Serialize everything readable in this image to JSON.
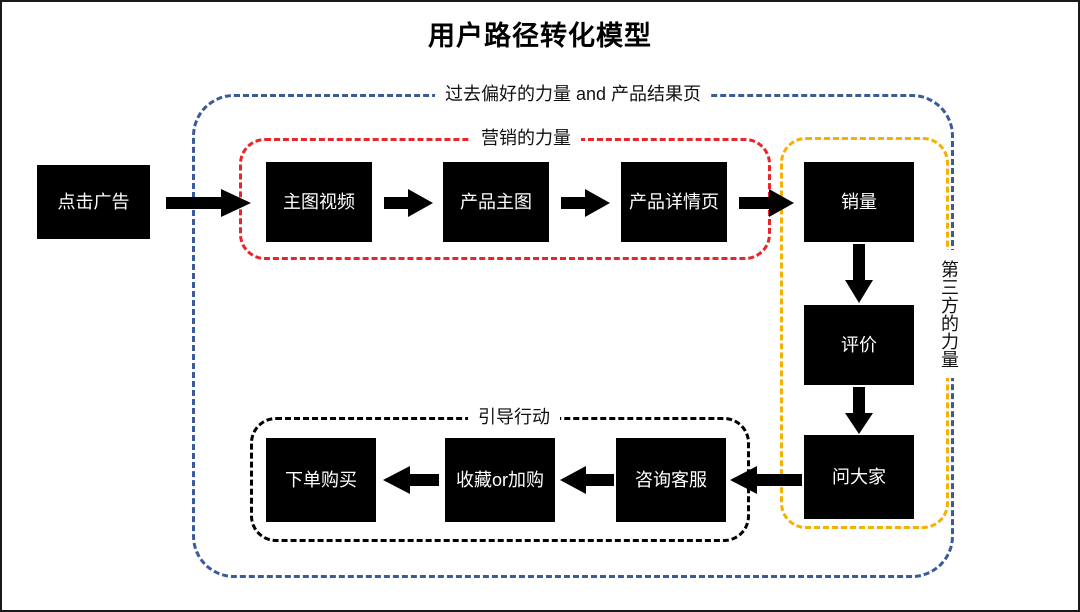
{
  "diagram": {
    "title": "用户路径转化模型",
    "type": "flowchart",
    "groups": [
      {
        "id": "blue",
        "label": "过去偏好的力量 and 产品结果页",
        "color": "#3b5a9a",
        "orientation": "horizontal"
      },
      {
        "id": "red",
        "label": "营销的力量",
        "color": "#e8252a",
        "orientation": "horizontal"
      },
      {
        "id": "orange",
        "label": "第三方的力量",
        "color": "#f5b000",
        "orientation": "vertical"
      },
      {
        "id": "black",
        "label": "引导行动",
        "color": "#000000",
        "orientation": "horizontal"
      }
    ],
    "nodes": [
      {
        "id": "n1",
        "label": "点击广告"
      },
      {
        "id": "n2",
        "label": "主图视频"
      },
      {
        "id": "n3",
        "label": "产品主图"
      },
      {
        "id": "n4",
        "label": "产品详情页"
      },
      {
        "id": "n5",
        "label": "销量"
      },
      {
        "id": "n6",
        "label": "评价"
      },
      {
        "id": "n7",
        "label": "问大家"
      },
      {
        "id": "n8",
        "label": "咨询客服"
      },
      {
        "id": "n9",
        "label": "收藏or加购"
      },
      {
        "id": "n10",
        "label": "下单购买"
      }
    ],
    "edges": [
      {
        "from": "n1",
        "to": "n2",
        "direction": "right"
      },
      {
        "from": "n2",
        "to": "n3",
        "direction": "right"
      },
      {
        "from": "n3",
        "to": "n4",
        "direction": "right"
      },
      {
        "from": "n4",
        "to": "n5",
        "direction": "right"
      },
      {
        "from": "n5",
        "to": "n6",
        "direction": "down"
      },
      {
        "from": "n6",
        "to": "n7",
        "direction": "down"
      },
      {
        "from": "n7",
        "to": "n8",
        "direction": "left"
      },
      {
        "from": "n8",
        "to": "n9",
        "direction": "left"
      },
      {
        "from": "n9",
        "to": "n10",
        "direction": "left"
      }
    ]
  }
}
